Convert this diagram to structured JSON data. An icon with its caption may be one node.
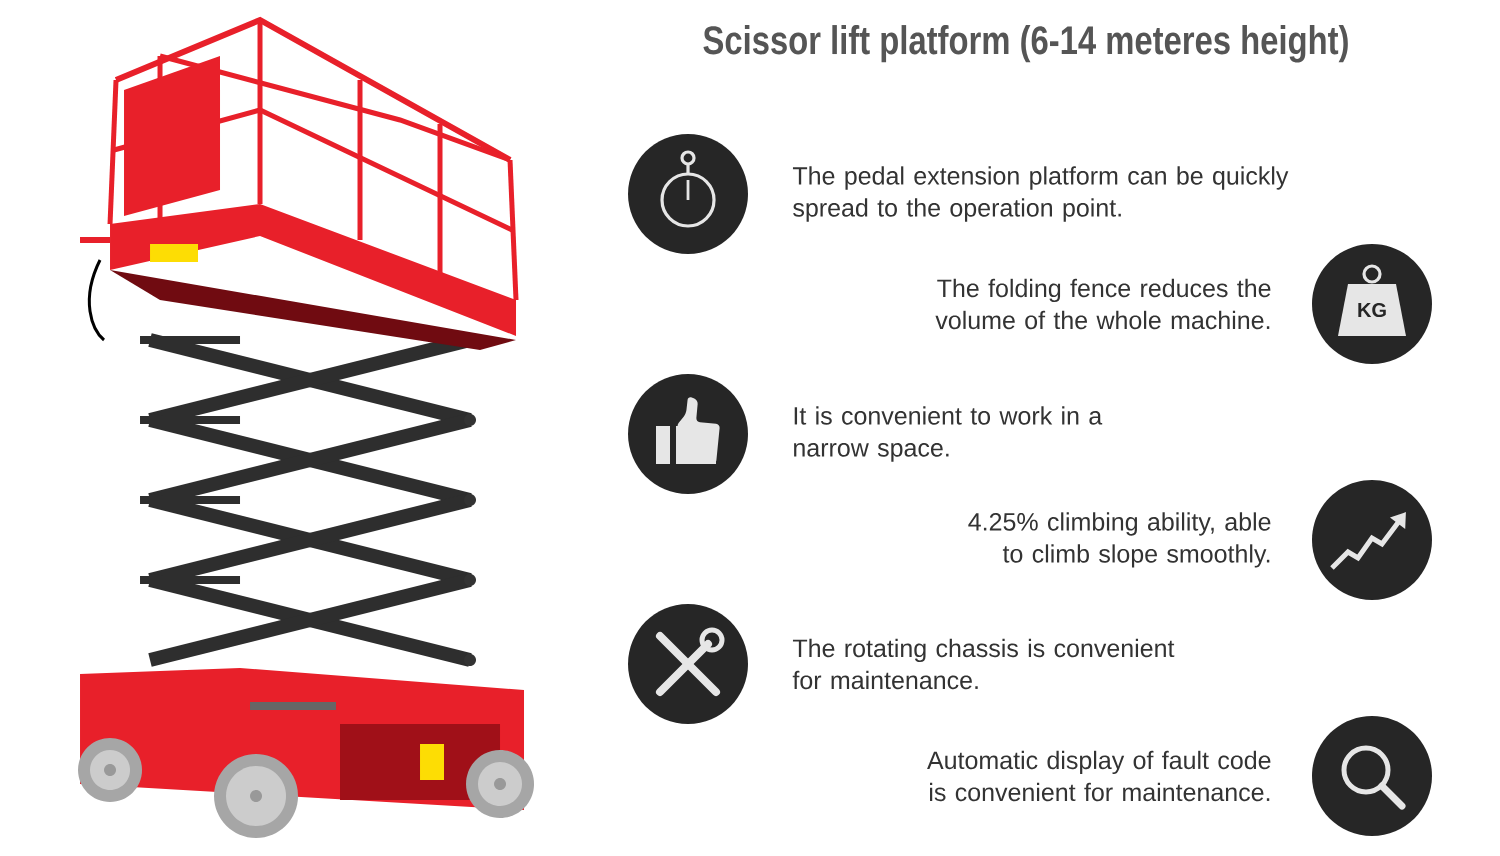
{
  "diagram": {
    "title": "Scissor lift platform (6-14 meteres height)",
    "labels": [
      "The pedal extension platform can be quickly spread to the operation point.",
      "The folding fence reduces the volume of the whole machine.",
      "KG",
      "It is convenient to work in a narrow space.",
      "4.25% climbing ability, able to climb slope smoothly.",
      "The rotating chassis is convenient for maintenance.",
      "Automatic display of fault code is convenient for maintenance."
    ]
  }
}
